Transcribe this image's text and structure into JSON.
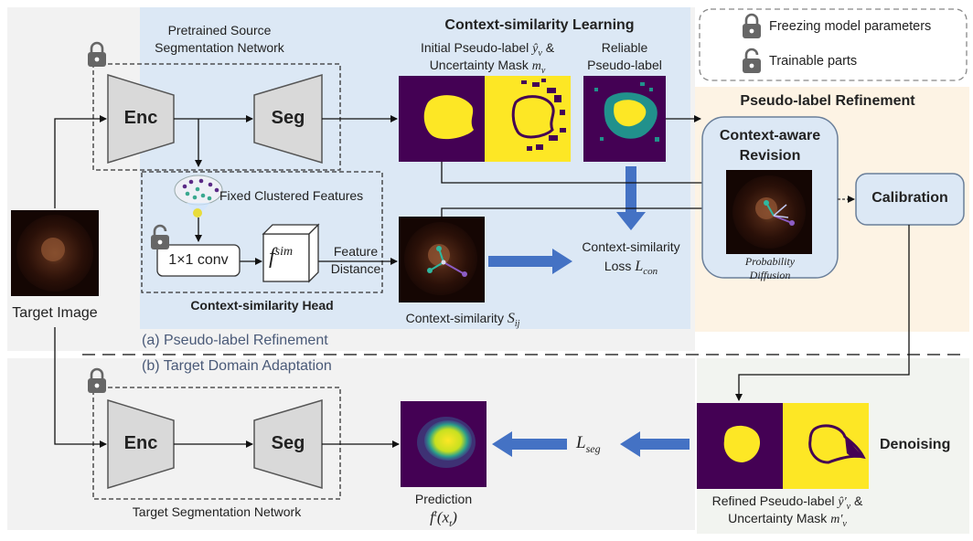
{
  "sections": {
    "a_label": "(a) Pseudo-label Refinement",
    "b_label": "(b) Target Domain Adaptation"
  },
  "legend": {
    "frozen": "Freezing model parameters",
    "trainable": "Trainable parts"
  },
  "source_net": {
    "title_line1": "Pretrained Source",
    "title_line2": "Segmentation Network",
    "enc": "Enc",
    "seg": "Seg"
  },
  "target_net": {
    "title": "Target Segmentation Network",
    "enc": "Enc",
    "seg": "Seg"
  },
  "target_image_label": "Target Image",
  "cs_head": {
    "title": "Context-similarity Head",
    "fixed_features": "Fixed Clustered Features",
    "conv": "1×1 conv",
    "fsim_base": "f",
    "fsim_sup": "sim",
    "feature_distance_line1": "Feature",
    "feature_distance_line2": "Distance"
  },
  "cs_learning": {
    "title": "Context-similarity Learning",
    "initial_line1_prefix": "Initial Pseudo-label ",
    "initial_line1_math": "ŷ",
    "initial_line1_sub": "v",
    "initial_line1_suffix": " &",
    "initial_line2_prefix": "Uncertainty Mask ",
    "initial_line2_math": "m",
    "initial_line2_sub": "v",
    "reliable_line1": "Reliable",
    "reliable_line2": "Pseudo-label",
    "similarity_prefix": "Context-similarity ",
    "similarity_math": "S",
    "similarity_sub": "ij",
    "loss_line1": "Context-similarity",
    "loss_line2_prefix": "Loss ",
    "loss_line2_math": "L",
    "loss_line2_sub": "con"
  },
  "refinement": {
    "title": "Pseudo-label Refinement",
    "revision_line1": "Context-aware",
    "revision_line2": "Revision",
    "diffusion_line1": "Probability",
    "diffusion_line2": "Diffusion",
    "calibration": "Calibration"
  },
  "adaptation": {
    "prediction_label": "Prediction",
    "prediction_math_base": "f",
    "prediction_math_sup": "t",
    "prediction_math_arg": "(x",
    "prediction_math_arg_sub": "t",
    "prediction_math_close": ")",
    "loss_math": "L",
    "loss_sub": "seg",
    "denoising": "Denoising",
    "refined_line1_prefix": "Refined Pseudo-label ",
    "refined_line1_math": "ŷ′",
    "refined_line1_sub": "v",
    "refined_line1_suffix": " &",
    "refined_line2_prefix": "Uncertainty Mask ",
    "refined_line2_math": "m′",
    "refined_line2_sub": "v"
  },
  "colors": {
    "viridis_dark": "#440154",
    "viridis_yellow": "#fde725",
    "viridis_teal": "#21918c",
    "panel_blue": "#dce8f5",
    "panel_orange": "#fdf3e4",
    "panel_gray": "#f2f2f2",
    "arrow_blue": "#4472c4"
  },
  "icons": {
    "frozen": "lock-icon",
    "trainable": "unlock-icon"
  }
}
